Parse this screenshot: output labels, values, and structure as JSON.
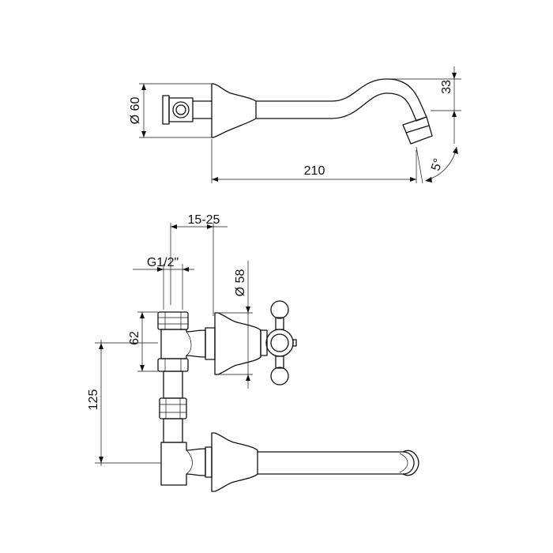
{
  "dimensions": {
    "top_diameter": "Ø 60",
    "spout_height": "33",
    "spout_length": "210",
    "spout_angle": "5°",
    "wall_range": "15-25",
    "thread": "G1/2\"",
    "handle_diameter": "Ø 58",
    "body_height": "62",
    "outlet_drop": "125"
  },
  "colors": {
    "line": "#111111",
    "background": "#ffffff"
  }
}
